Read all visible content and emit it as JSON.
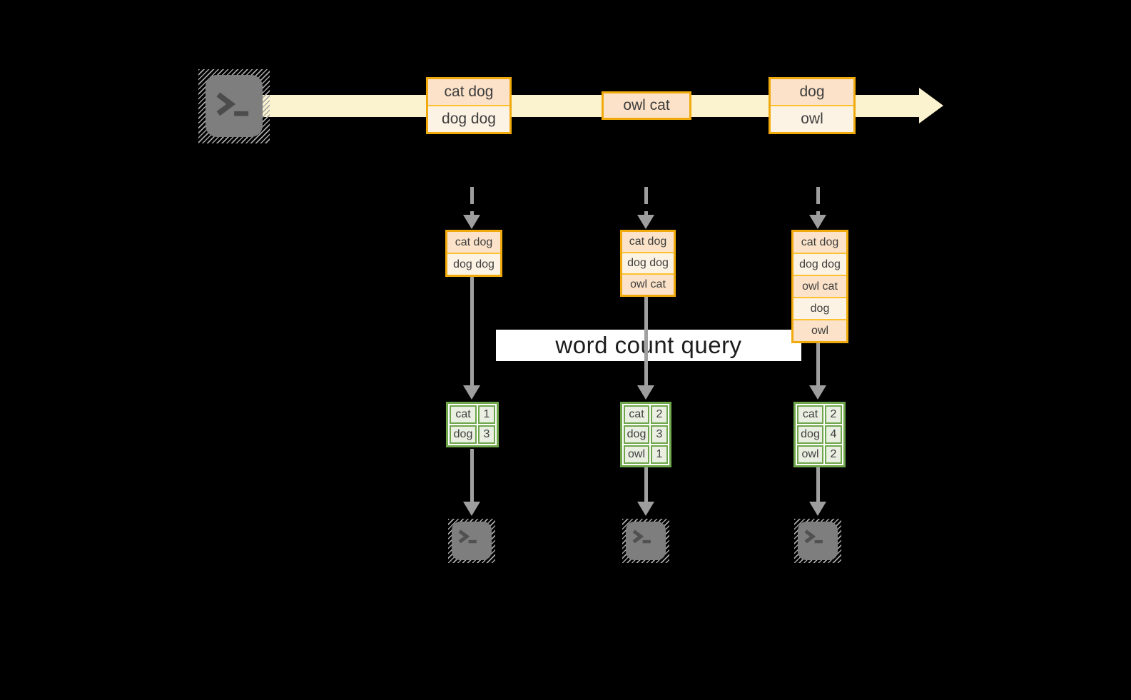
{
  "banner": {
    "label": "word count query"
  },
  "stream": {
    "events": [
      {
        "lines": [
          "cat dog",
          "dog dog"
        ]
      },
      {
        "lines": [
          "owl cat"
        ]
      },
      {
        "lines": [
          "dog",
          "owl"
        ]
      }
    ]
  },
  "columns": [
    {
      "state": [
        "cat dog",
        "dog dog"
      ],
      "counts": [
        {
          "word": "cat",
          "count": "1"
        },
        {
          "word": "dog",
          "count": "3"
        }
      ]
    },
    {
      "state": [
        "cat dog",
        "dog dog",
        "owl cat"
      ],
      "counts": [
        {
          "word": "cat",
          "count": "2"
        },
        {
          "word": "dog",
          "count": "3"
        },
        {
          "word": "owl",
          "count": "1"
        }
      ]
    },
    {
      "state": [
        "cat dog",
        "dog dog",
        "owl cat",
        "dog",
        "owl"
      ],
      "counts": [
        {
          "word": "cat",
          "count": "2"
        },
        {
          "word": "dog",
          "count": "4"
        },
        {
          "word": "owl",
          "count": "2"
        }
      ]
    }
  ],
  "icons": {
    "source": "terminal-icon",
    "outputs": [
      "terminal-icon",
      "terminal-icon",
      "terminal-icon"
    ]
  },
  "colors": {
    "background": "#000000",
    "stream_band": "#FBF2CF",
    "event_border": "#F0AA0C",
    "event_fill_dark": "#FBE2C8",
    "event_fill_light": "#FDF3E4",
    "table_border": "#6FA64C",
    "table_fill": "#E9EFE1",
    "arrow_gray": "#9E9E9E",
    "terminal_gray": "#7E7E7E",
    "banner_bg": "#FFFFFF",
    "text_dark": "#3E3E3E"
  }
}
